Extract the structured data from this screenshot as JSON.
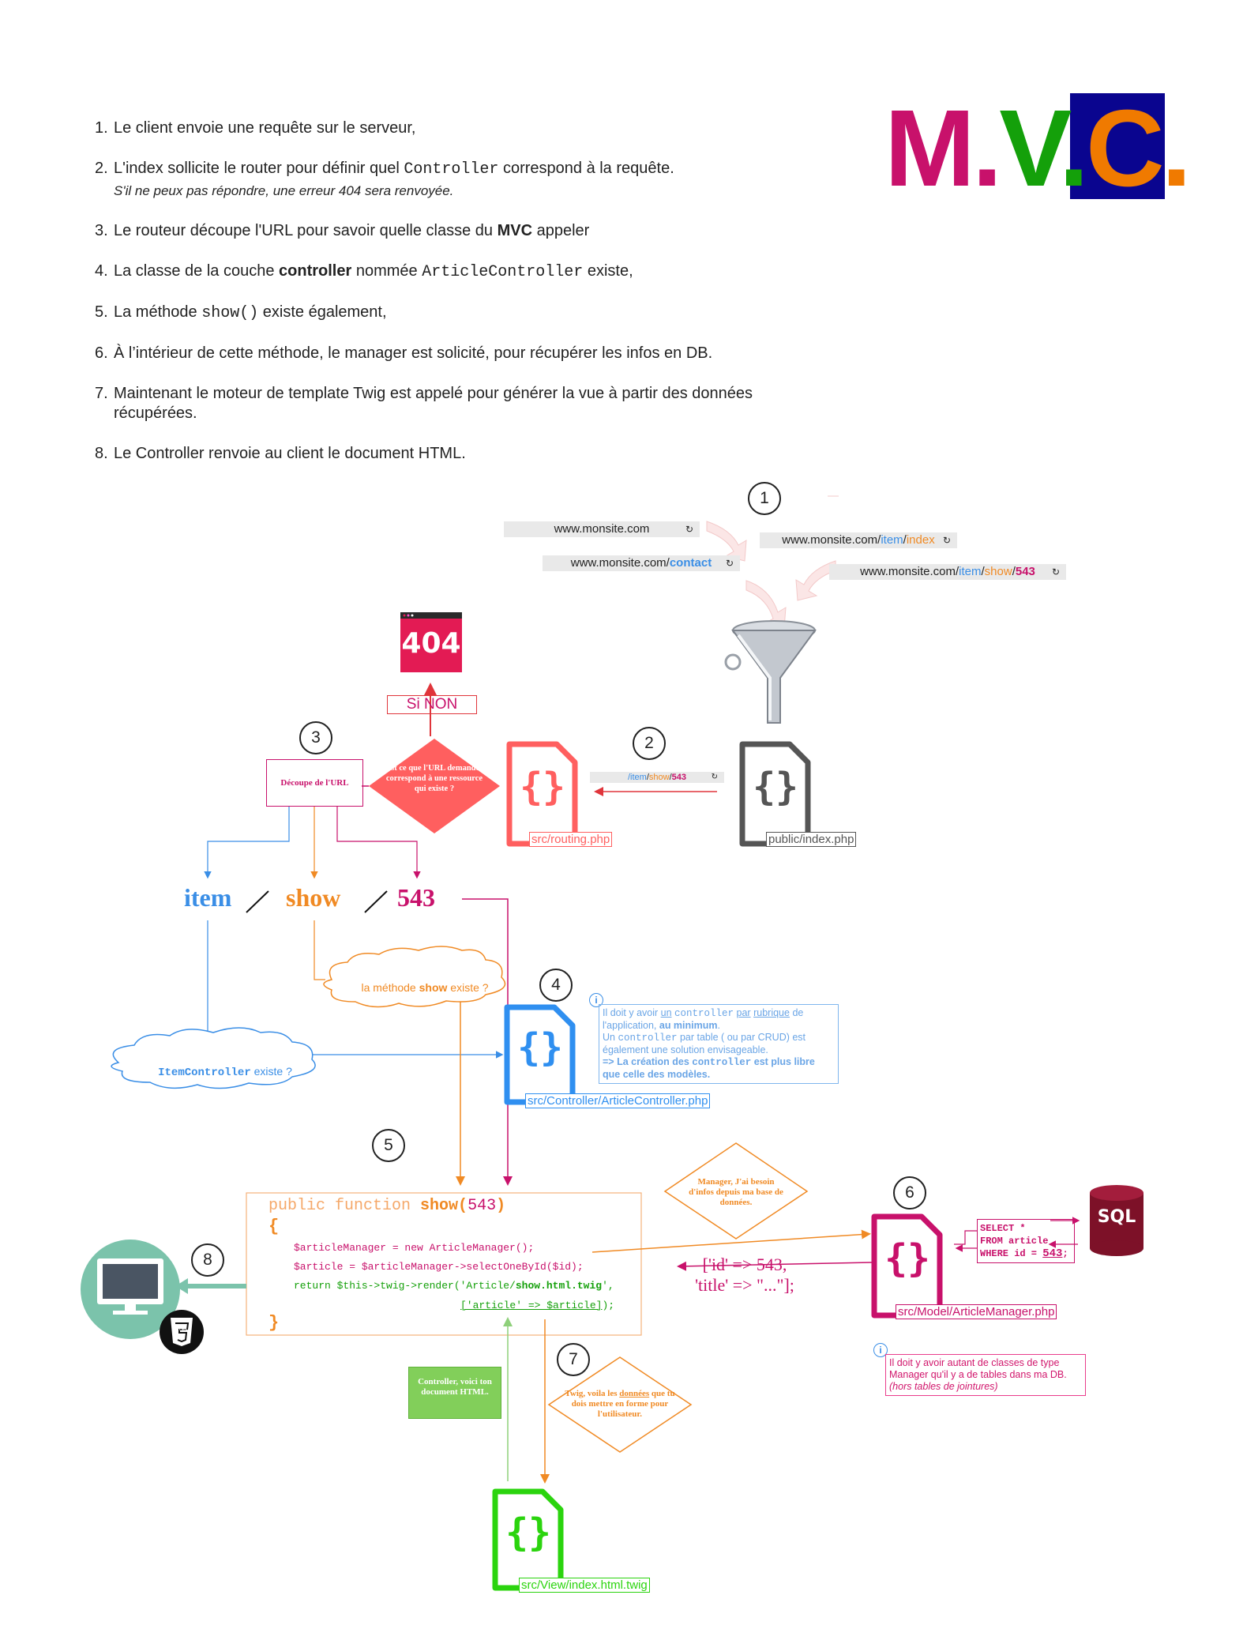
{
  "steps": [
    {
      "num": "1.",
      "parts": [
        "Le client envoie une requête sur le serveur,"
      ]
    },
    {
      "num": "2.",
      "pre": "L'index sollicite le router pour définir quel ",
      "code": "Controller",
      "post": " correspond à la requête.",
      "note": "S'il ne peux pas répondre, une erreur 404 sera renvoyée."
    },
    {
      "num": "3.",
      "pre": "Le routeur découpe l'URL pour savoir quelle classe du ",
      "bold": "MVC",
      "post": " appeler"
    },
    {
      "num": "4.",
      "pre": "La classe de la couche ",
      "bold": "controller",
      "mid": " nommée ",
      "code": "ArticleController",
      "post": " existe,"
    },
    {
      "num": "5.",
      "pre": "La méthode ",
      "code": "show()",
      "post": " existe également,"
    },
    {
      "num": "6.",
      "text": "À l’intérieur de cette méthode, le manager est solicité, pour récupérer les infos en DB."
    },
    {
      "num": "7.",
      "text": "Maintenant le moteur de template Twig est appelé pour générer la vue à partir des données récupérées."
    },
    {
      "num": "8.",
      "text": "Le Controller renvoie au client le document HTML."
    }
  ],
  "logo": {
    "m": "M.",
    "v": "V.",
    "c": "C.",
    "colors": {
      "m": "#c8116b",
      "v": "#14a00a",
      "c": "#f07a00",
      "box": "#0a058f"
    }
  },
  "circles": [
    "1",
    "2",
    "3",
    "4",
    "5",
    "6",
    "7",
    "8"
  ],
  "urls": {
    "u1": "www.monsite.com",
    "u2_base": "www.monsite.com/",
    "u2_item": "item",
    "u2_sep": "/",
    "u2_index": "index",
    "u3_base": "www.monsite.com/",
    "u3_contact": "contact",
    "u4_base": "www.monsite.com/",
    "u4_item": "item",
    "u4_show": "show",
    "u4_id": "543",
    "small_sep": "/",
    "small_item": "item",
    "small_show": "show",
    "small_id": "543",
    "reload": "↻"
  },
  "error_404": "404",
  "si_non": "Si NON",
  "decoupe": "Découpe de l'URL",
  "decision": "Est ce que l'URL demandée correspond à une ressource qui existe ?",
  "files": {
    "routing": "src/routing.php",
    "index": "public/index.php",
    "controller": "src/Controller/ArticleController.php",
    "model": "src/Model/ArticleManager.php",
    "view": "src/View/index.html.twig",
    "braces": "{}"
  },
  "route_parts": {
    "item": "item",
    "show": "show",
    "id": "543",
    "slash": "/"
  },
  "cloud_method": {
    "pre": "la méthode ",
    "bold": "show",
    "post": " existe ?"
  },
  "cloud_controller": {
    "code": "ItemController",
    "post": " existe ?"
  },
  "info_controller": {
    "icon": "i",
    "l1a": "Il doit y avoir ",
    "l1b": "un",
    "l1c": " ",
    "l1d": "controller",
    "l1e": " ",
    "l1f": "par",
    "l1g": " ",
    "l1h": "rubrique",
    "l1i": " de",
    "l2a": "l'application, ",
    "l2b": "au minimum",
    "l2c": ".",
    "l3a": "Un ",
    "l3b": "controller",
    "l3c": " par table ( ou par CRUD) est",
    "l4": "également une solution envisageable.",
    "l5a": "=> La création des ",
    "l5b": "controller",
    "l5c": " est plus libre",
    "l6": "que celle des modèles."
  },
  "code": {
    "sig_a": "public function ",
    "sig_b": "show",
    "sig_c": "(",
    "sig_d": "543",
    "sig_e": ")",
    "open": "{",
    "line1": "$articleManager = new ArticleManager();",
    "line2": "$article = $articleManager->selectOneById($id);",
    "line3a": "return $this->twig->render('Article/",
    "line3b": "show.html.twig",
    "line3c": "',",
    "line4a": "['article' => $article]",
    "line4b": ");",
    "close": "}"
  },
  "manager_note": "Manager, J'ai besoin d'infos depuis ma base de données.",
  "sql": {
    "l1": "SELECT *",
    "l2": "FROM article",
    "l3a": "WHERE id = ",
    "l3b": "543",
    "l3c": ";",
    "badge": "SQL"
  },
  "result": {
    "l1": "['id' => 543,",
    "l2": "'title' => \"...\"];"
  },
  "info_model": {
    "icon": "i",
    "l1": "Il doit y avoir autant de classes de type",
    "l2": "Manager qu'il y a de tables dans ma DB.",
    "l3": "(hors tables de jointures)"
  },
  "twig_note": {
    "pre": "Twig, voila les ",
    "u": "données",
    "post": " que tu dois mettre en forme pour l'utilisateur."
  },
  "controller_note": "Controller, voici ton document HTML.",
  "html5": "HTML"
}
